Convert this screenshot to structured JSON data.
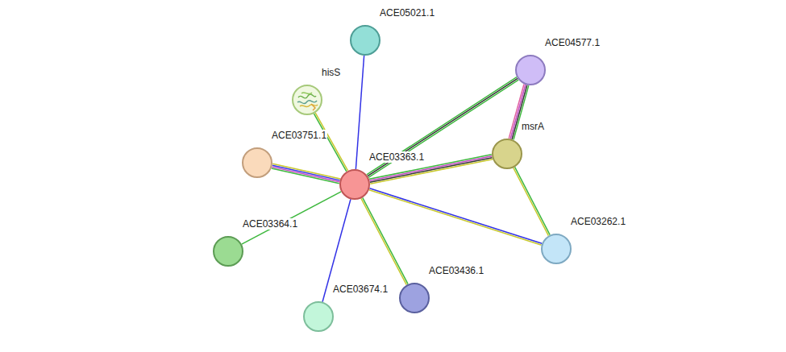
{
  "diagram": {
    "nodes": [
      {
        "text": [
          "ACE05021.1"
        ]
      },
      {
        "text": [
          "ACE04577.1"
        ]
      },
      {
        "text": [
          "hisS"
        ]
      },
      {
        "text": [
          "msrA"
        ]
      },
      {
        "text": [
          "ACE03751.1"
        ]
      },
      {
        "text": [
          "ACE03363.1"
        ]
      },
      {
        "text": [
          "ACE03364.1"
        ]
      },
      {
        "text": [
          "ACE03262.1"
        ]
      },
      {
        "text": [
          "ACE03436.1"
        ]
      },
      {
        "text": [
          "ACE03674.1"
        ]
      }
    ],
    "edges": [
      {
        "from": 5,
        "to": 0,
        "arrow": "none"
      },
      {
        "from": 5,
        "to": 2,
        "arrow": "none"
      },
      {
        "from": 5,
        "to": 4,
        "arrow": "none"
      },
      {
        "from": 5,
        "to": 6,
        "arrow": "none"
      },
      {
        "from": 5,
        "to": 9,
        "arrow": "none"
      },
      {
        "from": 5,
        "to": 8,
        "arrow": "none"
      },
      {
        "from": 5,
        "to": 7,
        "arrow": "none"
      },
      {
        "from": 5,
        "to": 1,
        "arrow": "none"
      },
      {
        "from": 5,
        "to": 3,
        "arrow": "none"
      },
      {
        "from": 1,
        "to": 3,
        "arrow": "none"
      },
      {
        "from": 3,
        "to": 7,
        "arrow": "none"
      }
    ]
  }
}
